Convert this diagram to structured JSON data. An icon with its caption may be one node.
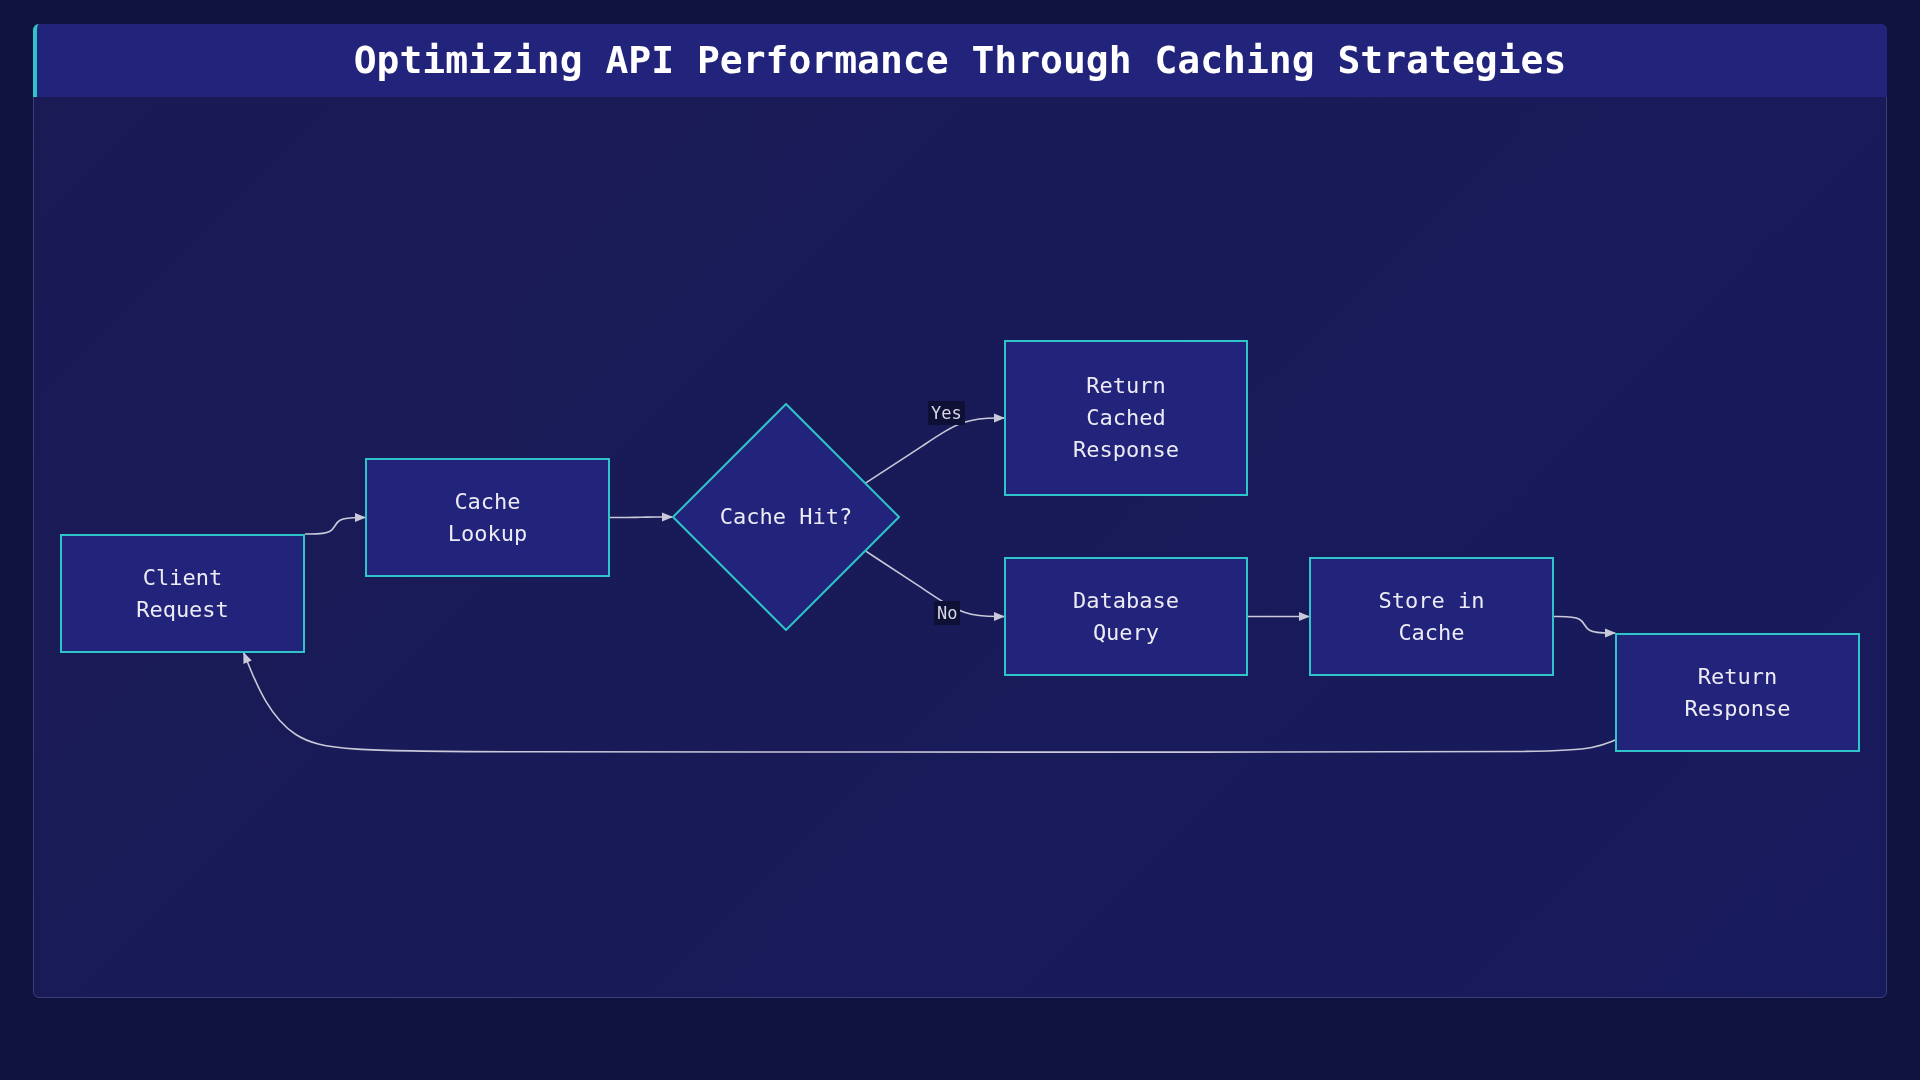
{
  "diagram": {
    "title": "Optimizing API Performance Through Caching Strategies",
    "nodes": [
      {
        "text": [
          "Client Request"
        ]
      },
      {
        "text": [
          "Cache Lookup"
        ]
      },
      {
        "text": [
          "Cache Hit?"
        ]
      },
      {
        "text": [
          "Return Cached Response"
        ]
      },
      {
        "text": [
          "Database Query"
        ]
      },
      {
        "text": [
          "Store in Cache"
        ]
      },
      {
        "text": [
          "Return Response"
        ]
      }
    ],
    "edges": [
      {
        "from": 0,
        "to": 1,
        "arrow": "to"
      },
      {
        "from": 1,
        "to": 2,
        "arrow": "to"
      },
      {
        "from": 2,
        "to": 3,
        "arrow": "to",
        "label": "Yes"
      },
      {
        "from": 2,
        "to": 4,
        "arrow": "to",
        "label": "No"
      },
      {
        "from": 4,
        "to": 5,
        "arrow": "to"
      },
      {
        "from": 5,
        "to": 6,
        "arrow": "to"
      },
      {
        "from": 6,
        "to": 0,
        "arrow": "to"
      }
    ]
  }
}
